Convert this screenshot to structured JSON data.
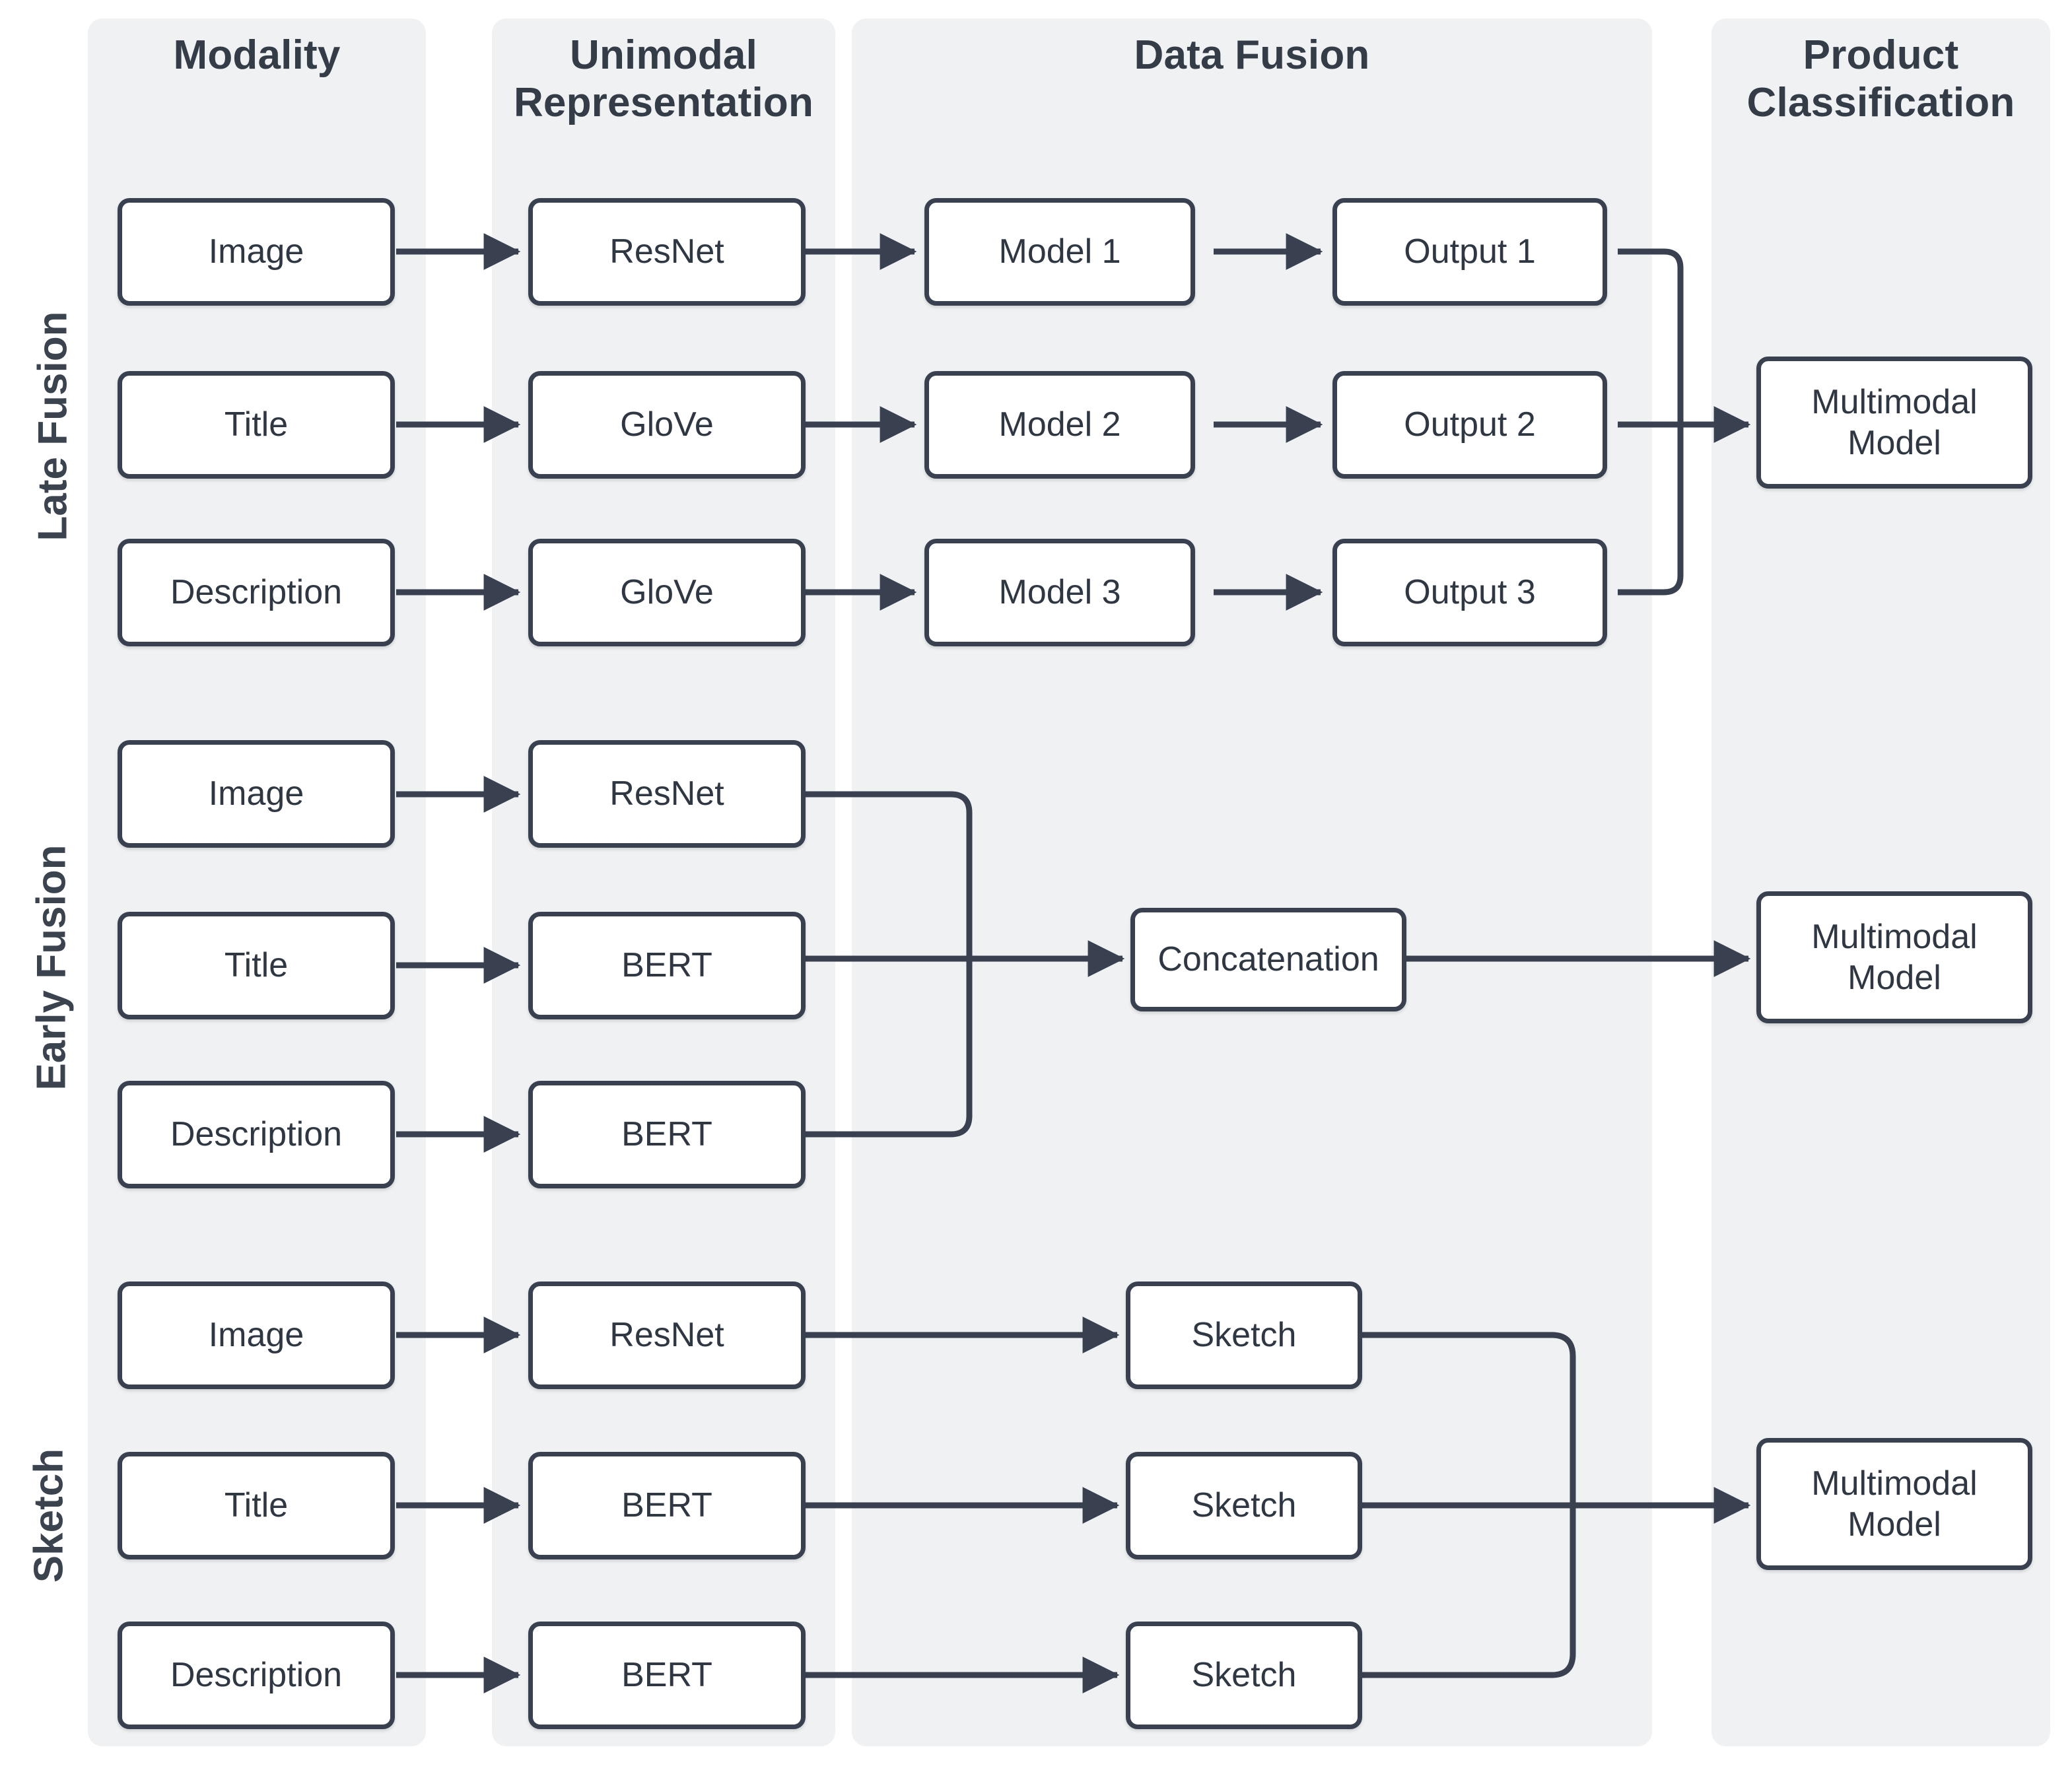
{
  "columns": [
    {
      "id": "modality",
      "title": "Modality"
    },
    {
      "id": "unimodal",
      "title": "Unimodal\nRepresentation",
      "line1": "Unimodal",
      "line2": "Representation"
    },
    {
      "id": "fusion",
      "title": "Data Fusion"
    },
    {
      "id": "classification",
      "title": "Product\nClassification",
      "line1": "Product",
      "line2": "Classification"
    }
  ],
  "rows": [
    {
      "id": "late-fusion",
      "label": "Late Fusion"
    },
    {
      "id": "early-fusion",
      "label": "Early Fusion"
    },
    {
      "id": "sketch",
      "label": "Sketch"
    }
  ],
  "late_fusion": {
    "modality": [
      "Image",
      "Title",
      "Description"
    ],
    "unimodal": [
      "ResNet",
      "GloVe",
      "GloVe"
    ],
    "models": [
      "Model 1",
      "Model 2",
      "Model 3"
    ],
    "outputs": [
      "Output 1",
      "Output 2",
      "Output 3"
    ],
    "classification": "Multimodal\nModel",
    "classification_line1": "Multimodal",
    "classification_line2": "Model"
  },
  "early_fusion": {
    "modality": [
      "Image",
      "Title",
      "Description"
    ],
    "unimodal": [
      "ResNet",
      "BERT",
      "BERT"
    ],
    "fusion": "Concatenation",
    "classification": "Multimodal\nModel",
    "classification_line1": "Multimodal",
    "classification_line2": "Model"
  },
  "sketch": {
    "modality": [
      "Image",
      "Title",
      "Description"
    ],
    "unimodal": [
      "ResNet",
      "BERT",
      "BERT"
    ],
    "fusion": [
      "Sketch",
      "Sketch",
      "Sketch"
    ],
    "classification": "Multimodal\nModel",
    "classification_line1": "Multimodal",
    "classification_line2": "Model"
  },
  "colors": {
    "band_background": "#eff1f3",
    "node_border": "#394150",
    "node_background": "#ffffff",
    "text": "#2f3742",
    "title_text": "#343c48",
    "edge": "#394150",
    "page_background": "#ffffff"
  }
}
